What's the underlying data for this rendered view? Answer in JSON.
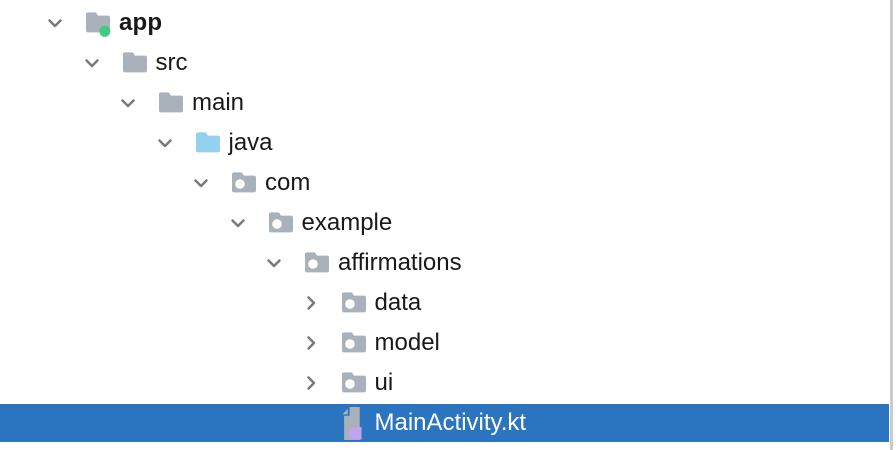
{
  "tree": {
    "items": [
      {
        "label": "app",
        "level": 0,
        "state": "expanded",
        "icon": "module-folder",
        "bold": true,
        "selected": false
      },
      {
        "label": "src",
        "level": 1,
        "state": "expanded",
        "icon": "folder",
        "bold": false,
        "selected": false
      },
      {
        "label": "main",
        "level": 2,
        "state": "expanded",
        "icon": "folder",
        "bold": false,
        "selected": false
      },
      {
        "label": "java",
        "level": 3,
        "state": "expanded",
        "icon": "source-folder",
        "bold": false,
        "selected": false
      },
      {
        "label": "com",
        "level": 4,
        "state": "expanded",
        "icon": "package-folder",
        "bold": false,
        "selected": false
      },
      {
        "label": "example",
        "level": 5,
        "state": "expanded",
        "icon": "package-folder",
        "bold": false,
        "selected": false
      },
      {
        "label": "affirmations",
        "level": 6,
        "state": "expanded",
        "icon": "package-folder",
        "bold": false,
        "selected": false
      },
      {
        "label": "data",
        "level": 7,
        "state": "collapsed",
        "icon": "package-folder",
        "bold": false,
        "selected": false
      },
      {
        "label": "model",
        "level": 7,
        "state": "collapsed",
        "icon": "package-folder",
        "bold": false,
        "selected": false
      },
      {
        "label": "ui",
        "level": 7,
        "state": "collapsed",
        "icon": "package-folder",
        "bold": false,
        "selected": false
      },
      {
        "label": "MainActivity.kt",
        "level": 7,
        "state": "leaf",
        "icon": "kotlin-file",
        "bold": false,
        "selected": true
      }
    ]
  },
  "colors": {
    "selection": "#2B74BF",
    "folder_gray": "#A9B2BB",
    "java_folder_blue": "#93D2EF",
    "module_dot_green": "#3FCB81",
    "kotlin_purple": "#C2A3F2",
    "divider": "#CBCBCB",
    "text": "#191919",
    "selected_text": "#FFFFFF",
    "chevron": "#7A7A7A"
  }
}
